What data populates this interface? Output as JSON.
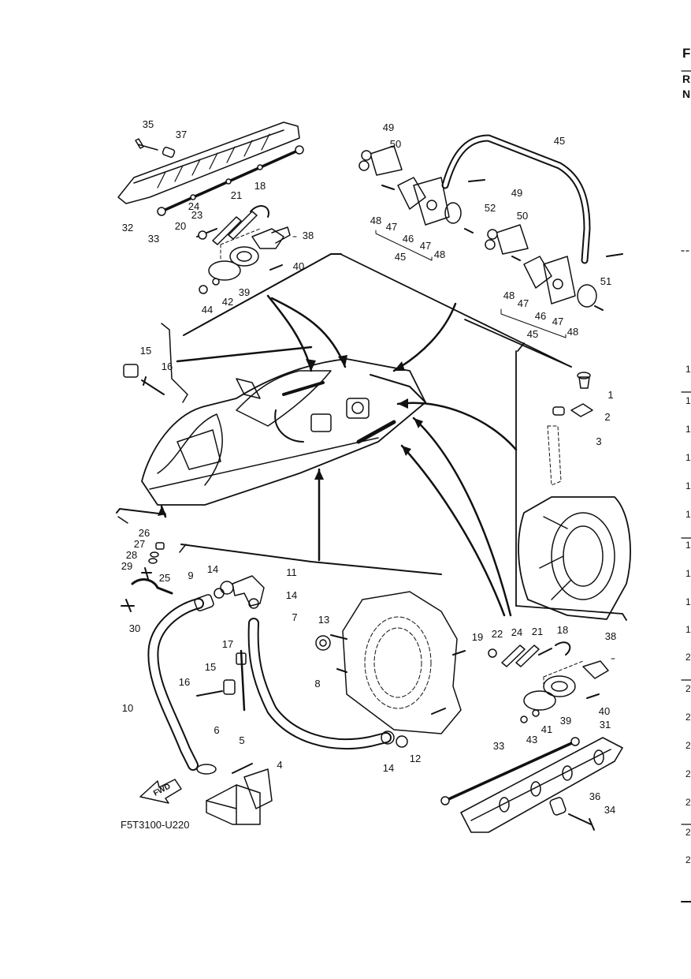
{
  "diagram": {
    "code": "F5T3100-U220",
    "fwd_label": "FWD",
    "edge_letters": [
      "F",
      "R",
      "N"
    ],
    "edge_digits": [
      "1",
      "1",
      "1",
      "1",
      "1",
      "1",
      "1",
      "1",
      "1",
      "1",
      "2",
      "2",
      "2",
      "2",
      "2",
      "2",
      "2",
      "2"
    ],
    "callouts": [
      {
        "id": "c35",
        "text": "35"
      },
      {
        "id": "c37",
        "text": "37"
      },
      {
        "id": "c32",
        "text": "32"
      },
      {
        "id": "c33",
        "text": "33"
      },
      {
        "id": "c24a",
        "text": "24"
      },
      {
        "id": "c21a",
        "text": "21"
      },
      {
        "id": "c18a",
        "text": "18"
      },
      {
        "id": "c23",
        "text": "23"
      },
      {
        "id": "c20",
        "text": "20"
      },
      {
        "id": "c38a",
        "text": "38"
      },
      {
        "id": "c40a",
        "text": "40"
      },
      {
        "id": "c39a",
        "text": "39"
      },
      {
        "id": "c42",
        "text": "42"
      },
      {
        "id": "c44",
        "text": "44"
      },
      {
        "id": "c49a",
        "text": "49"
      },
      {
        "id": "c50a",
        "text": "50"
      },
      {
        "id": "c45a",
        "text": "45"
      },
      {
        "id": "c52",
        "text": "52"
      },
      {
        "id": "c48a",
        "text": "48"
      },
      {
        "id": "c47a",
        "text": "47"
      },
      {
        "id": "c46a",
        "text": "46"
      },
      {
        "id": "c45b",
        "text": "45"
      },
      {
        "id": "c47b",
        "text": "47"
      },
      {
        "id": "c48b",
        "text": "48"
      },
      {
        "id": "c49b",
        "text": "49"
      },
      {
        "id": "c50b",
        "text": "50"
      },
      {
        "id": "c51",
        "text": "51"
      },
      {
        "id": "c48c",
        "text": "48"
      },
      {
        "id": "c47c",
        "text": "47"
      },
      {
        "id": "c46b",
        "text": "46"
      },
      {
        "id": "c47d",
        "text": "47"
      },
      {
        "id": "c45c",
        "text": "45"
      },
      {
        "id": "c48d",
        "text": "48"
      },
      {
        "id": "c15a",
        "text": "15"
      },
      {
        "id": "c16a",
        "text": "16"
      },
      {
        "id": "c1",
        "text": "1"
      },
      {
        "id": "c2",
        "text": "2"
      },
      {
        "id": "c3",
        "text": "3"
      },
      {
        "id": "c26",
        "text": "26"
      },
      {
        "id": "c27",
        "text": "27"
      },
      {
        "id": "c28",
        "text": "28"
      },
      {
        "id": "c29",
        "text": "29"
      },
      {
        "id": "c25",
        "text": "25"
      },
      {
        "id": "c30",
        "text": "30"
      },
      {
        "id": "c9",
        "text": "9"
      },
      {
        "id": "c14a",
        "text": "14"
      },
      {
        "id": "c11",
        "text": "11"
      },
      {
        "id": "c14b",
        "text": "14"
      },
      {
        "id": "c7",
        "text": "7"
      },
      {
        "id": "c13",
        "text": "13"
      },
      {
        "id": "c17",
        "text": "17"
      },
      {
        "id": "c15b",
        "text": "15"
      },
      {
        "id": "c16b",
        "text": "16"
      },
      {
        "id": "c10",
        "text": "10"
      },
      {
        "id": "c8",
        "text": "8"
      },
      {
        "id": "c6",
        "text": "6"
      },
      {
        "id": "c5",
        "text": "5"
      },
      {
        "id": "c4",
        "text": "4"
      },
      {
        "id": "c14c",
        "text": "14"
      },
      {
        "id": "c12",
        "text": "12"
      },
      {
        "id": "c19",
        "text": "19"
      },
      {
        "id": "c22",
        "text": "22"
      },
      {
        "id": "c24b",
        "text": "24"
      },
      {
        "id": "c21b",
        "text": "21"
      },
      {
        "id": "c18b",
        "text": "18"
      },
      {
        "id": "c38b",
        "text": "38"
      },
      {
        "id": "c39b",
        "text": "39"
      },
      {
        "id": "c40b",
        "text": "40"
      },
      {
        "id": "c41",
        "text": "41"
      },
      {
        "id": "c43",
        "text": "43"
      },
      {
        "id": "c31",
        "text": "31"
      },
      {
        "id": "c33b",
        "text": "33"
      },
      {
        "id": "c36",
        "text": "36"
      },
      {
        "id": "c34",
        "text": "34"
      }
    ]
  }
}
